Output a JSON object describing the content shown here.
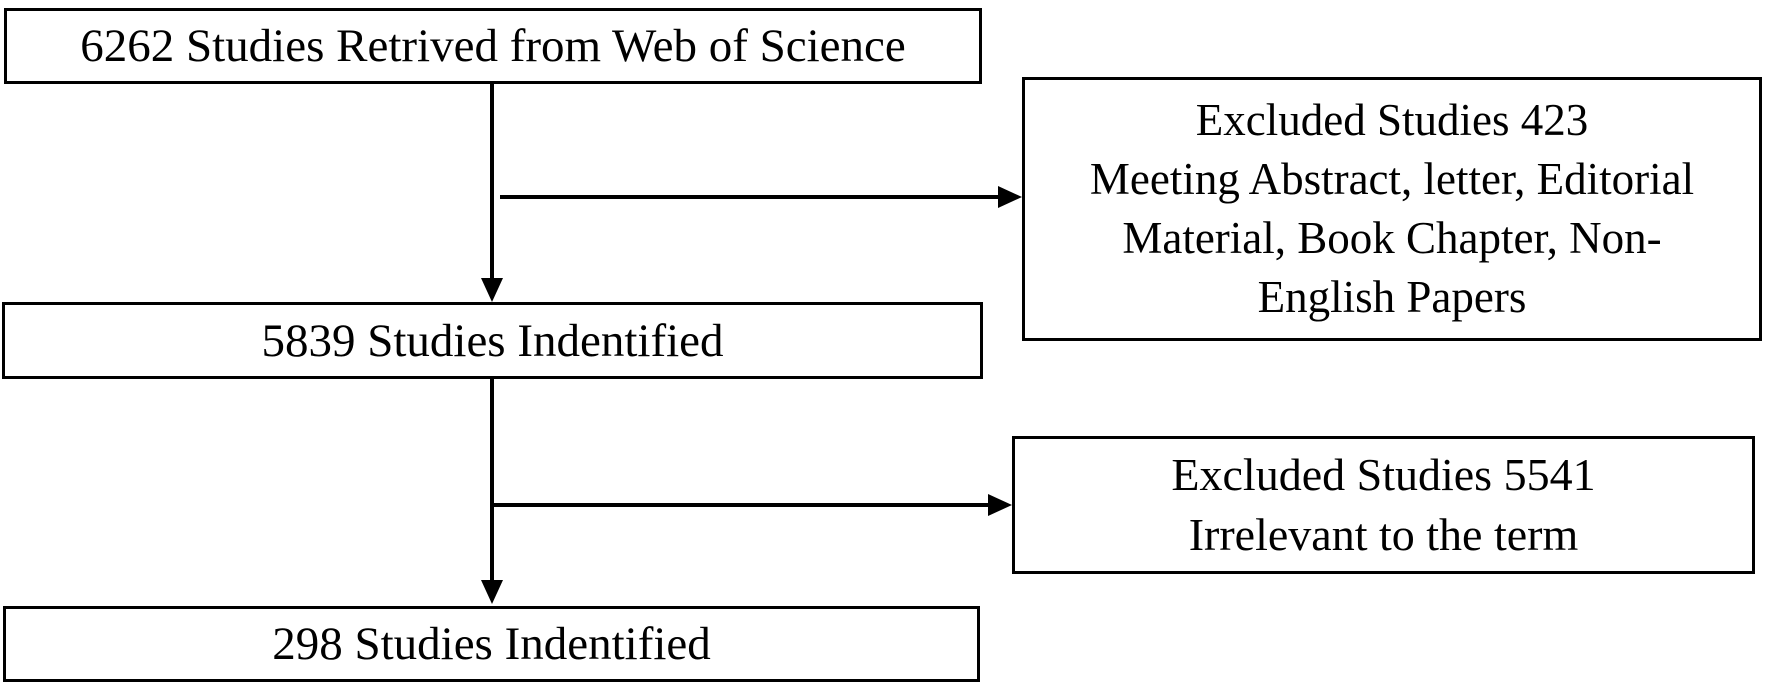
{
  "flowchart": {
    "colors": {
      "background": "#ffffff",
      "border": "#000000",
      "text": "#000000"
    },
    "nodes": {
      "retrieved": {
        "label": "6262 Studies Retrived from Web of Science"
      },
      "excluded_first": {
        "line1": "Excluded Studies 423",
        "line2": "Meeting Abstract, letter, Editorial",
        "line3": "Material, Book Chapter, Non-",
        "line4": "English Papers"
      },
      "identified_first": {
        "label": "5839 Studies Indentified"
      },
      "excluded_second": {
        "line1": "Excluded Studies 5541",
        "line2": "Irrelevant to the term"
      },
      "identified_second": {
        "label": "298 Studies Indentified"
      }
    }
  }
}
